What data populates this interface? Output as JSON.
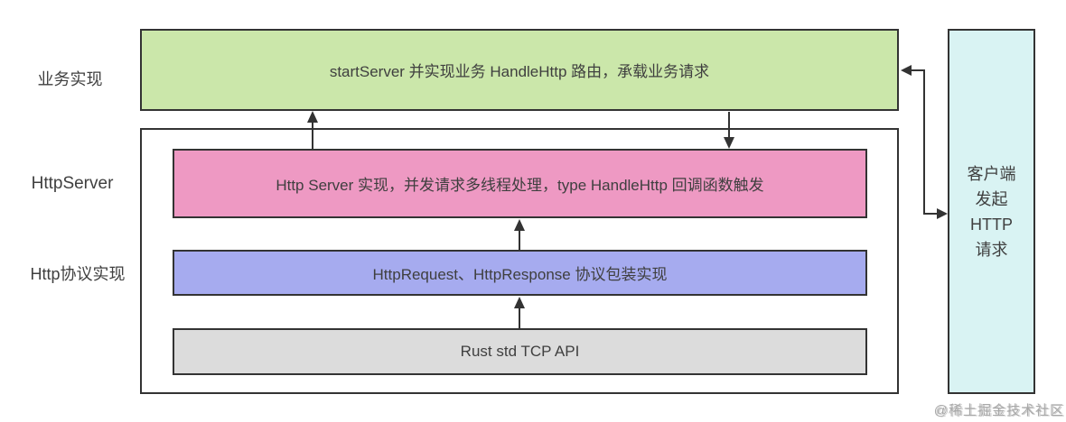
{
  "diagram": {
    "side_labels": {
      "business": "业务实现",
      "httpserver": "HttpServer",
      "protocol": "Http协议实现"
    },
    "boxes": {
      "business_impl": "startServer 并实现业务 HandleHttp 路由，承载业务请求",
      "http_server": "Http Server 实现，并发请求多线程处理，type HandleHttp 回调函数触发",
      "http_protocol": "HttpRequest、HttpResponse 协议包装实现",
      "tcp_api": "Rust std TCP API",
      "client_lines": [
        "客户端",
        "发起",
        "HTTP",
        "请求"
      ]
    },
    "colors": {
      "business_impl_fill": "#cbe7aa",
      "http_server_fill": "#ee99c3",
      "http_protocol_fill": "#a6abef",
      "tcp_api_fill": "#dcdcdc",
      "client_fill": "#d9f3f3",
      "border": "#333333",
      "text": "#3f3f3f"
    },
    "watermark": "@稀土掘金技术社区"
  }
}
